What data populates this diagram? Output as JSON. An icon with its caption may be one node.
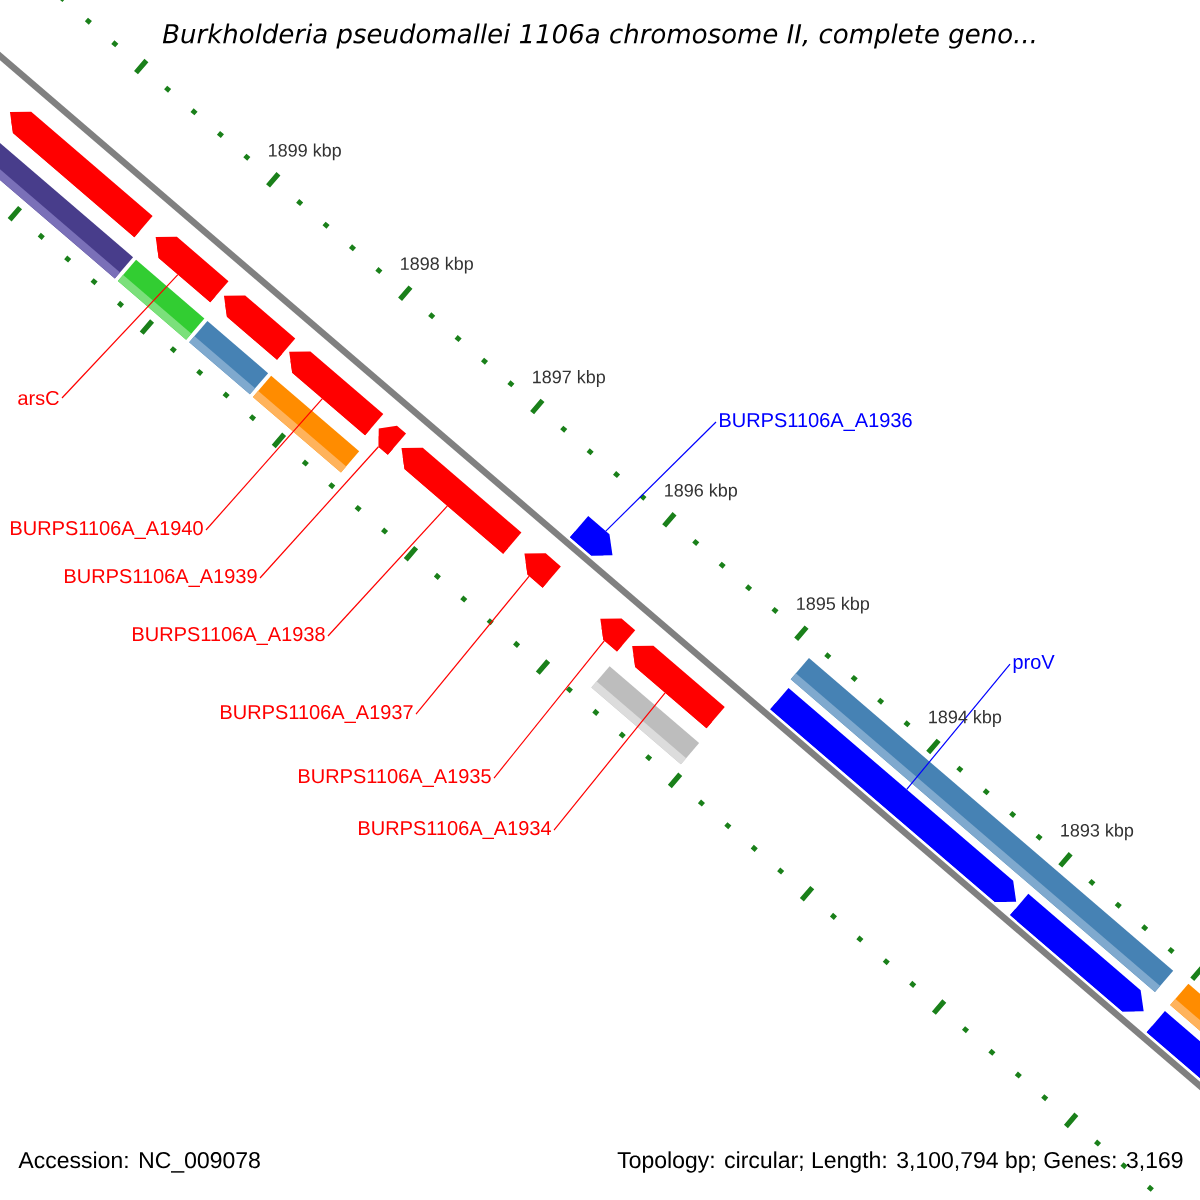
{
  "diagram": {
    "title": "Burkholderia pseudomallei 1106a chromosome II, complete geno...",
    "nodes": [
      {
        "text": [
          "arsC"
        ]
      },
      {
        "text": [],
        "shape": "arrow"
      },
      {
        "text": [
          "BURPS1106A_A1940"
        ]
      },
      {
        "text": [],
        "shape": "arrow"
      },
      {
        "text": [
          "BURPS1106A_A1939"
        ]
      },
      {
        "text": [],
        "shape": "arrow"
      },
      {
        "text": [
          "BURPS1106A_A1938"
        ]
      },
      {
        "text": [],
        "shape": "arrow"
      },
      {
        "text": [
          "BURPS1106A_A1937"
        ]
      },
      {
        "text": [],
        "shape": "arrow"
      },
      {
        "text": [
          "BURPS1106A_A1935"
        ]
      },
      {
        "text": [],
        "shape": "arrow"
      },
      {
        "text": [
          "BURPS1106A_A1934"
        ]
      },
      {
        "text": [],
        "shape": "arrow"
      },
      {
        "text": [
          "BURPS1106A_A1936"
        ]
      },
      {
        "text": [],
        "shape": "arrow"
      },
      {
        "text": [
          "proV"
        ]
      },
      {
        "text": [],
        "shape": "arrow"
      },
      {
        "text": [],
        "shape": "arrow"
      },
      {
        "text": [],
        "shape": "arrow"
      },
      {
        "text": [],
        "shape": "bar"
      },
      {
        "text": [],
        "shape": "bar"
      },
      {
        "text": [],
        "shape": "bar"
      },
      {
        "text": [],
        "shape": "bar"
      },
      {
        "text": [],
        "shape": "bar"
      },
      {
        "text": [],
        "shape": "arrow"
      },
      {
        "text": [],
        "shape": "arrow"
      },
      {
        "text": [],
        "shape": "bar"
      },
      {
        "text": [],
        "shape": "bar"
      }
    ],
    "edges": [
      {
        "from": 0,
        "to": 1,
        "arrow": "none"
      },
      {
        "from": 2,
        "to": 3,
        "arrow": "none"
      },
      {
        "from": 4,
        "to": 5,
        "arrow": "none"
      },
      {
        "from": 6,
        "to": 7,
        "arrow": "none"
      },
      {
        "from": 8,
        "to": 9,
        "arrow": "none"
      },
      {
        "from": 10,
        "to": 11,
        "arrow": "none"
      },
      {
        "from": 12,
        "to": 13,
        "arrow": "none"
      },
      {
        "from": 14,
        "to": 15,
        "arrow": "none",
        "color": "#0000ff"
      },
      {
        "from": 16,
        "to": 17,
        "arrow": "none",
        "color": "#0000ff"
      }
    ],
    "labels": [
      "1899 kbp",
      "1898 kbp",
      "1897 kbp",
      "1896 kbp",
      "1895 kbp",
      "1894 kbp",
      "1893 kbp",
      "Accession: NC_009078",
      "Topology: circular; Length: 3,100,794 bp; Genes: 3,169"
    ]
  }
}
